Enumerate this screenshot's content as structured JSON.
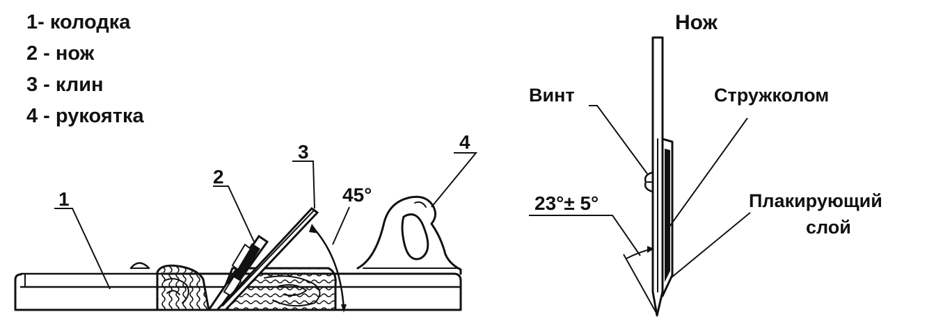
{
  "legend": [
    "1- колодка",
    "2 - нож",
    "3 - клин",
    "4 - рукоятка"
  ],
  "plane": {
    "callouts": [
      "1",
      "2",
      "3",
      "4"
    ],
    "angle": "45°"
  },
  "knife": {
    "title": "Нож",
    "screw": "Винт",
    "chipbreaker": "Стружколом",
    "angle": "23°± 5°",
    "cladding_line1": "Плакирующий",
    "cladding_line2": "слой"
  }
}
